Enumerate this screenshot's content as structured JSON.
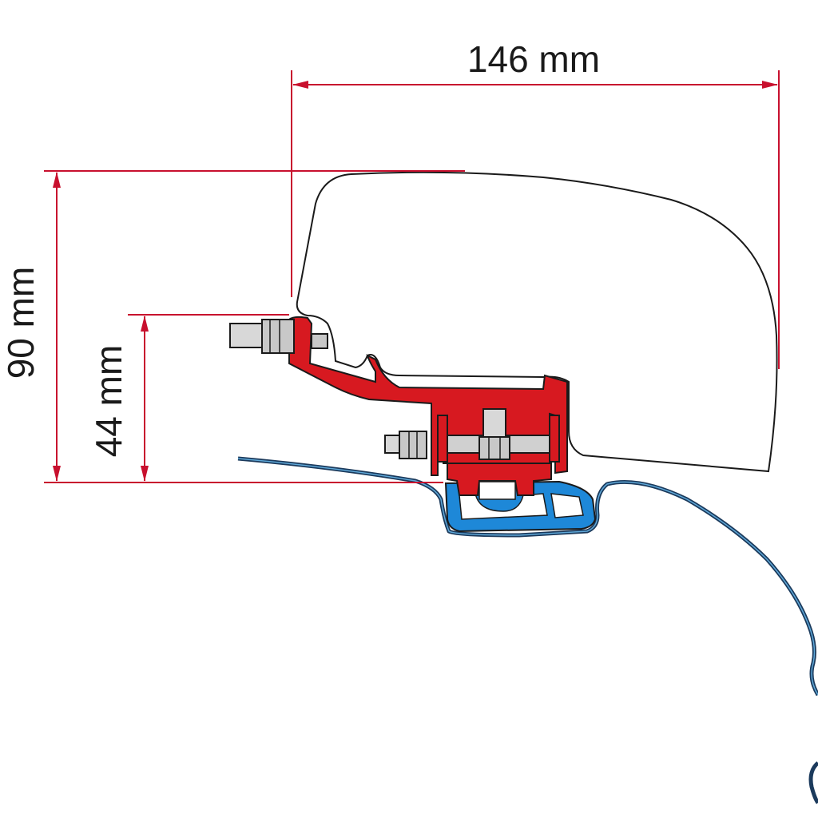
{
  "dimensions": {
    "width_label": "146 mm",
    "height_total_label": "90 mm",
    "height_partial_label": "44 mm"
  },
  "colors": {
    "dimension_line": "#c8102e",
    "adapter_red": "#d71920",
    "rail_blue": "#1e88d8",
    "outline": "#1a1a1a",
    "roof_line": "#1b3a5c",
    "bolt_gray": "#c8c8c8"
  }
}
